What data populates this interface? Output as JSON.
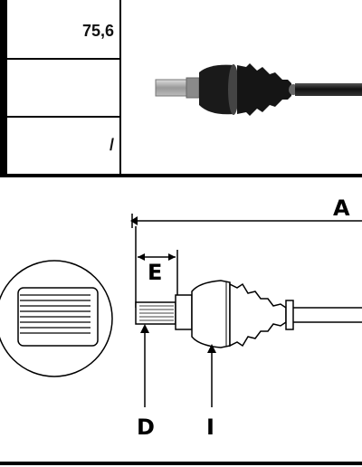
{
  "spec_table": {
    "rows": [
      {
        "value": "75,6"
      },
      {
        "value": ""
      },
      {
        "value": "/"
      }
    ]
  },
  "diagram": {
    "labels": {
      "A": "A",
      "E": "E",
      "D": "D",
      "I": "I"
    }
  }
}
